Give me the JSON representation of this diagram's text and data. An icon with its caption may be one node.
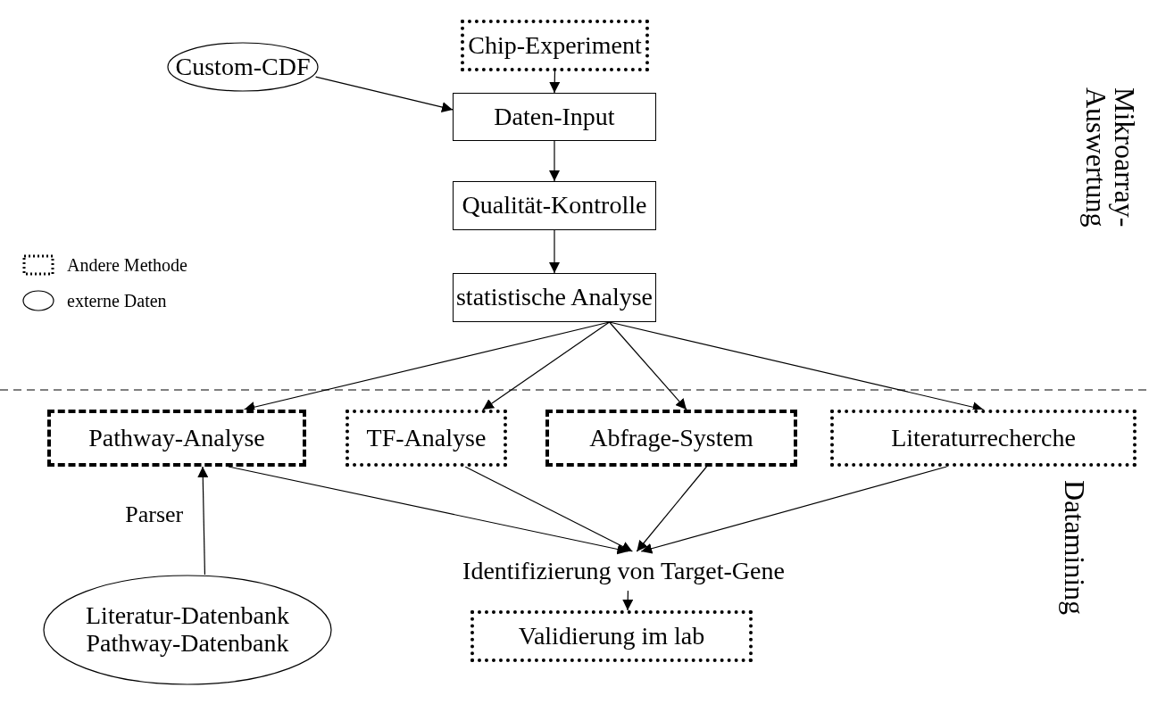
{
  "diagram": {
    "nodes": [
      {
        "text": [
          "Chip-Experiment"
        ]
      },
      {
        "text": [
          "Custom-CDF"
        ]
      },
      {
        "text": [
          "Daten-Input"
        ]
      },
      {
        "text": [
          "Qualität-Kontrolle"
        ]
      },
      {
        "text": [
          "statistische Analyse"
        ]
      },
      {
        "text": [
          "Pathway-Analyse"
        ]
      },
      {
        "text": [
          "TF-Analyse"
        ]
      },
      {
        "text": [
          "Abfrage-System"
        ]
      },
      {
        "text": [
          "Literaturrecherche"
        ]
      },
      {
        "text": [
          "Literatur-Datenbank",
          "Pathway-Datenbank"
        ]
      },
      {
        "text": [
          "Identifizierung von Target-Gene"
        ]
      },
      {
        "text": [
          "Validierung im lab"
        ]
      }
    ],
    "edges": [
      {
        "from": 0,
        "to": 2,
        "arrow": "to"
      },
      {
        "from": 1,
        "to": 2,
        "arrow": "to"
      },
      {
        "from": 2,
        "to": 3,
        "arrow": "to"
      },
      {
        "from": 3,
        "to": 4,
        "arrow": "to"
      },
      {
        "from": 4,
        "to": 5,
        "arrow": "to"
      },
      {
        "from": 4,
        "to": 6,
        "arrow": "to"
      },
      {
        "from": 4,
        "to": 7,
        "arrow": "to"
      },
      {
        "from": 4,
        "to": 8,
        "arrow": "to"
      },
      {
        "from": 9,
        "to": 5,
        "arrow": "to",
        "label": "Parser"
      },
      {
        "from": 5,
        "to": 10,
        "arrow": "to"
      },
      {
        "from": 6,
        "to": 10,
        "arrow": "to"
      },
      {
        "from": 7,
        "to": 10,
        "arrow": "to"
      },
      {
        "from": 8,
        "to": 10,
        "arrow": "to"
      },
      {
        "from": 10,
        "to": 11,
        "arrow": "to"
      }
    ],
    "labels": [
      "Mikroarray- Auswertung",
      "Datamining"
    ],
    "legend": [
      {
        "text": "Andere Methode"
      },
      {
        "text": "externe Daten"
      }
    ]
  }
}
